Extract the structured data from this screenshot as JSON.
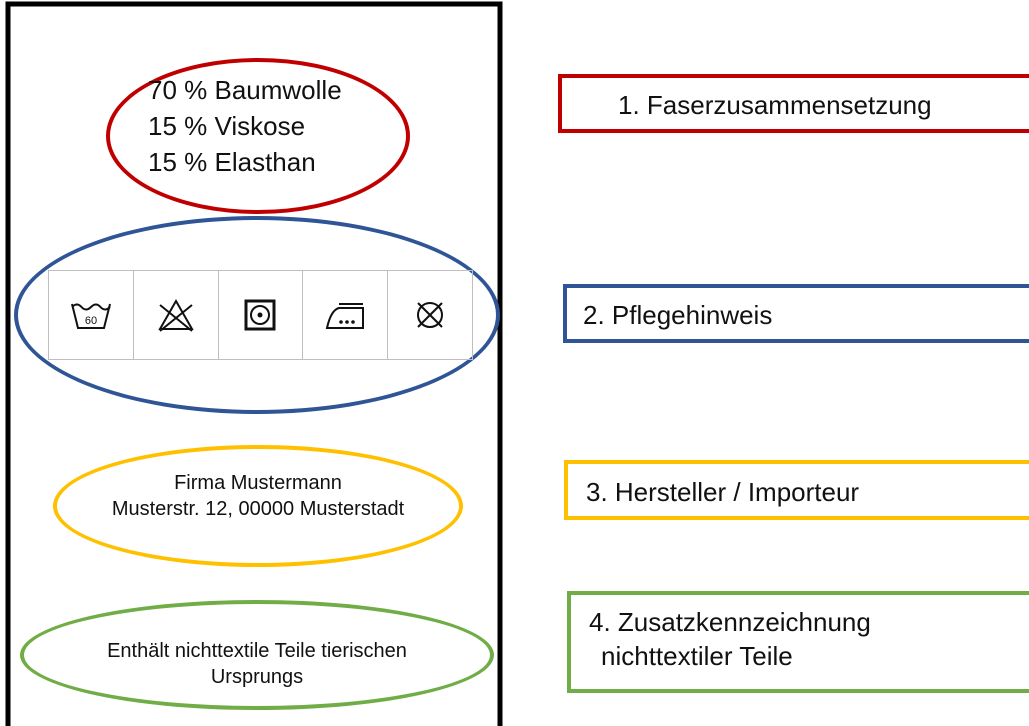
{
  "label": {
    "fiber_composition": [
      "70 % Baumwolle",
      "15 % Viskose",
      "15 % Elasthan"
    ],
    "care_symbols": [
      {
        "icon": "wash-60-icon",
        "text": "60"
      },
      {
        "icon": "do-not-bleach-icon"
      },
      {
        "icon": "tumble-dry-icon"
      },
      {
        "icon": "iron-icon"
      },
      {
        "icon": "do-not-dry-clean-icon"
      }
    ],
    "manufacturer": [
      "Firma Mustermann",
      "Musterstr. 12, 00000 Musterstadt"
    ],
    "non_textile_note": [
      "Enthält nichttextile Teile tierischen",
      "Ursprungs"
    ]
  },
  "annotations": {
    "fiber_composition": "1. Faserzusammensetzung",
    "care_instructions": "2. Pflegehinweis",
    "manufacturer": "3. Hersteller / Importeur",
    "non_textile": [
      "4. Zusatzkennzeichnung",
      "nichttextiler Teile"
    ]
  },
  "colors": {
    "fiber": "#c00000",
    "care": "#2f5597",
    "manufacturer": "#ffc000",
    "non_textile": "#70ad47",
    "label_border": "#000000"
  }
}
